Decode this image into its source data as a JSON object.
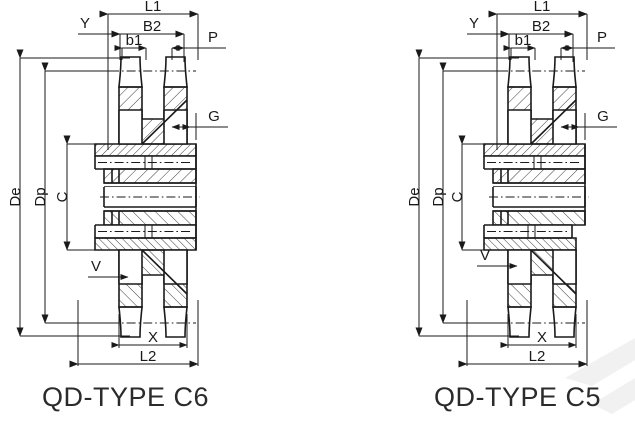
{
  "document": {
    "kind": "engineering-drawing",
    "subject": "Duplex sprocket cross-sections with QD bushing",
    "background_color": "#ffffff",
    "line_color": "#1a1a1a",
    "text_color": "#2b2b2b"
  },
  "figures": [
    {
      "id": "left",
      "title": "QD-TYPE C6",
      "dimensions": {
        "top": [
          {
            "name": "L1",
            "label": "L1"
          },
          {
            "name": "B2",
            "label": "B2"
          },
          {
            "name": "b1",
            "label": "b1"
          },
          {
            "name": "Y",
            "label": "Y"
          },
          {
            "name": "P",
            "label": "P"
          }
        ],
        "left": [
          {
            "name": "De",
            "label": "De"
          },
          {
            "name": "Dp",
            "label": "Dp"
          },
          {
            "name": "C",
            "label": "C"
          },
          {
            "name": "V",
            "label": "V"
          }
        ],
        "right": [
          {
            "name": "G",
            "label": "G"
          }
        ],
        "bottom": [
          {
            "name": "X",
            "label": "X"
          },
          {
            "name": "L2",
            "label": "L2"
          }
        ]
      }
    },
    {
      "id": "right",
      "title": "QD-TYPE C5",
      "dimensions": {
        "top": [
          {
            "name": "L1",
            "label": "L1"
          },
          {
            "name": "B2",
            "label": "B2"
          },
          {
            "name": "b1",
            "label": "b1"
          },
          {
            "name": "Y",
            "label": "Y"
          },
          {
            "name": "P",
            "label": "P"
          }
        ],
        "left": [
          {
            "name": "De",
            "label": "De"
          },
          {
            "name": "Dp",
            "label": "Dp"
          },
          {
            "name": "C",
            "label": "C"
          },
          {
            "name": "V",
            "label": "V"
          }
        ],
        "right": [
          {
            "name": "G",
            "label": "G"
          }
        ],
        "bottom": [
          {
            "name": "X",
            "label": "X"
          },
          {
            "name": "L2",
            "label": "L2"
          }
        ]
      }
    }
  ]
}
